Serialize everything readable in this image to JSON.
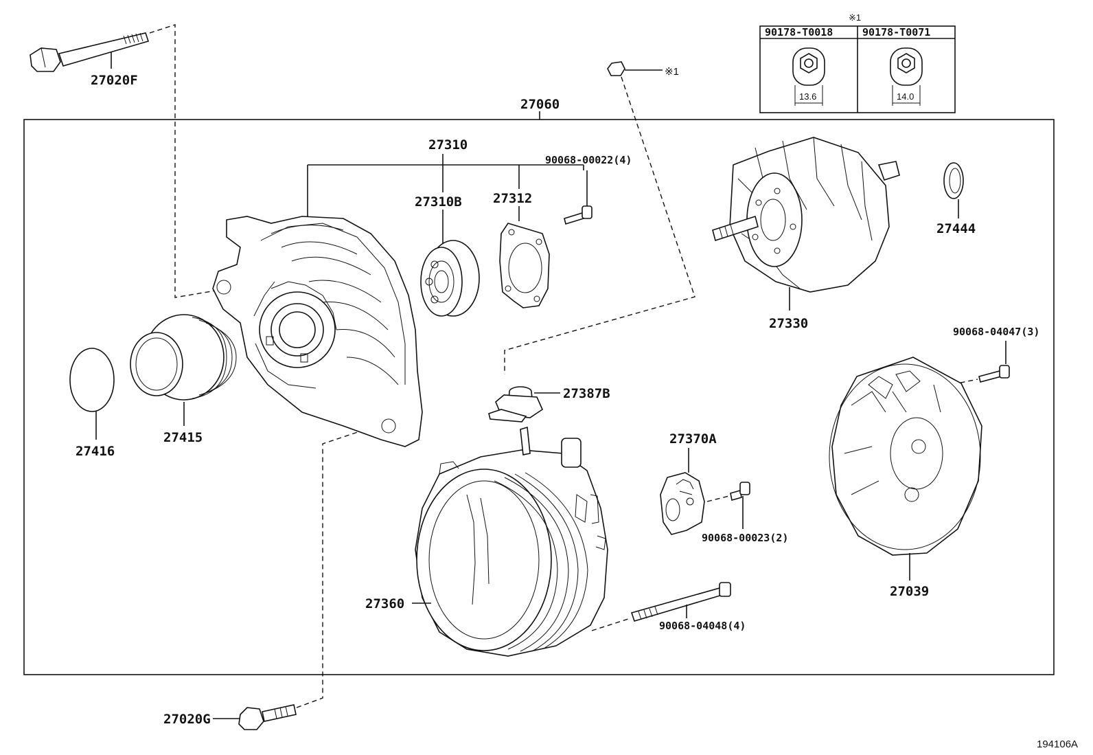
{
  "diagram": {
    "assembly_label": "27060",
    "reference_code": "194106A",
    "note_marker": "※1",
    "note_table": {
      "marker": "※1",
      "columns": [
        {
          "part": "90178-T0018",
          "size": "13.6"
        },
        {
          "part": "90178-T0071",
          "size": "14.0"
        }
      ]
    },
    "labels": {
      "p27020F": "27020F",
      "p27020G": "27020G",
      "p27310": "27310",
      "p27310B": "27310B",
      "p27312": "27312",
      "p90068_00022": "90068-00022(4)",
      "p27330": "27330",
      "p27444": "27444",
      "p90068_04047": "90068-04047(3)",
      "p27039": "27039",
      "p27416": "27416",
      "p27415": "27415",
      "p27387B": "27387B",
      "p27370A": "27370A",
      "p90068_00023": "90068-00023(2)",
      "p27360": "27360",
      "p90068_04048": "90068-04048(4)"
    }
  }
}
